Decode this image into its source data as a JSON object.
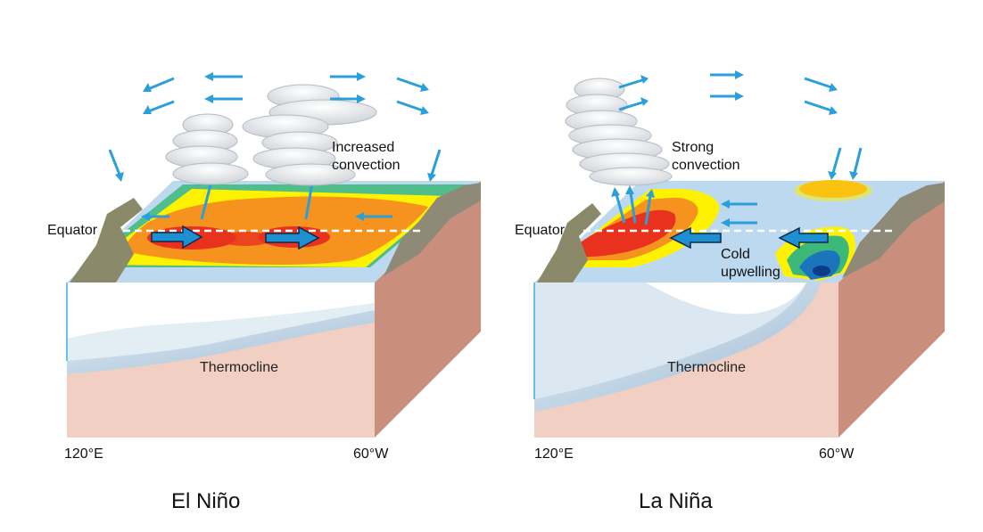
{
  "el_nino": {
    "title": "El Niño",
    "convection_label": "Increased\nconvection",
    "equator_label": "Equator",
    "thermocline_label": "Thermocline",
    "west_longitude": "120°E",
    "east_longitude": "60°W"
  },
  "la_nina": {
    "title": "La Niña",
    "convection_label": "Strong\nconvection",
    "upwelling_label": "Cold\nupwelling",
    "equator_label": "Equator",
    "thermocline_label": "Thermocline",
    "west_longitude": "120°E",
    "east_longitude": "60°W"
  },
  "colors": {
    "arrow_blue": "#2b9fd9",
    "warm_red": "#e8321e",
    "warm_orange": "#f6921e",
    "yellow": "#fff200",
    "cool_green": "#3cb878",
    "cool_blue": "#1c75bc",
    "sea_surface": "#bcd9ef",
    "box_side": "#c98f7c",
    "box_front": "#f1cfc2",
    "water_front": "#c6dbe9"
  }
}
